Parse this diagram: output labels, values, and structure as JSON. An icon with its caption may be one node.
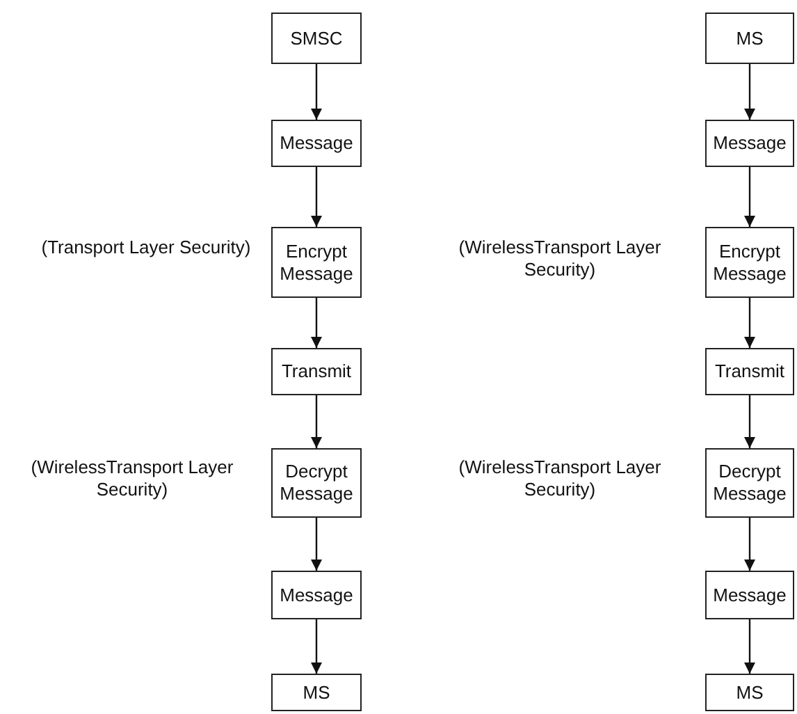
{
  "diagram": {
    "nodes": [
      {
        "text": [
          "SMSC"
        ]
      },
      {
        "text": [
          "Message"
        ]
      },
      {
        "text": [
          "Encrypt Message"
        ],
        "beside": [
          "(Transport Layer Security)"
        ]
      },
      {
        "text": [
          "Transmit"
        ]
      },
      {
        "text": [
          "Decrypt Message"
        ],
        "beside": [
          "(WirelessTransport Layer Security)"
        ]
      },
      {
        "text": [
          "Message"
        ]
      },
      {
        "text": [
          "MS"
        ]
      },
      {
        "text": [
          "MS"
        ]
      },
      {
        "text": [
          "Message"
        ]
      },
      {
        "text": [
          "Encrypt Message"
        ],
        "beside": [
          "(WirelessTransport Layer Security)"
        ]
      },
      {
        "text": [
          "Transmit"
        ]
      },
      {
        "text": [
          "Decrypt Message"
        ],
        "beside": [
          "(WirelessTransport Layer Security)"
        ]
      },
      {
        "text": [
          "Message"
        ]
      },
      {
        "text": [
          "MS"
        ]
      }
    ],
    "edges": [
      {
        "from": 0,
        "to": 1,
        "arrow": "to"
      },
      {
        "from": 1,
        "to": 2,
        "arrow": "to"
      },
      {
        "from": 2,
        "to": 3,
        "arrow": "to"
      },
      {
        "from": 3,
        "to": 4,
        "arrow": "to"
      },
      {
        "from": 4,
        "to": 5,
        "arrow": "to"
      },
      {
        "from": 5,
        "to": 6,
        "arrow": "to"
      },
      {
        "from": 7,
        "to": 8,
        "arrow": "to"
      },
      {
        "from": 8,
        "to": 9,
        "arrow": "to"
      },
      {
        "from": 9,
        "to": 10,
        "arrow": "to"
      },
      {
        "from": 10,
        "to": 11,
        "arrow": "to"
      },
      {
        "from": 11,
        "to": 12,
        "arrow": "to"
      },
      {
        "from": 12,
        "to": 13,
        "arrow": "to"
      }
    ]
  }
}
